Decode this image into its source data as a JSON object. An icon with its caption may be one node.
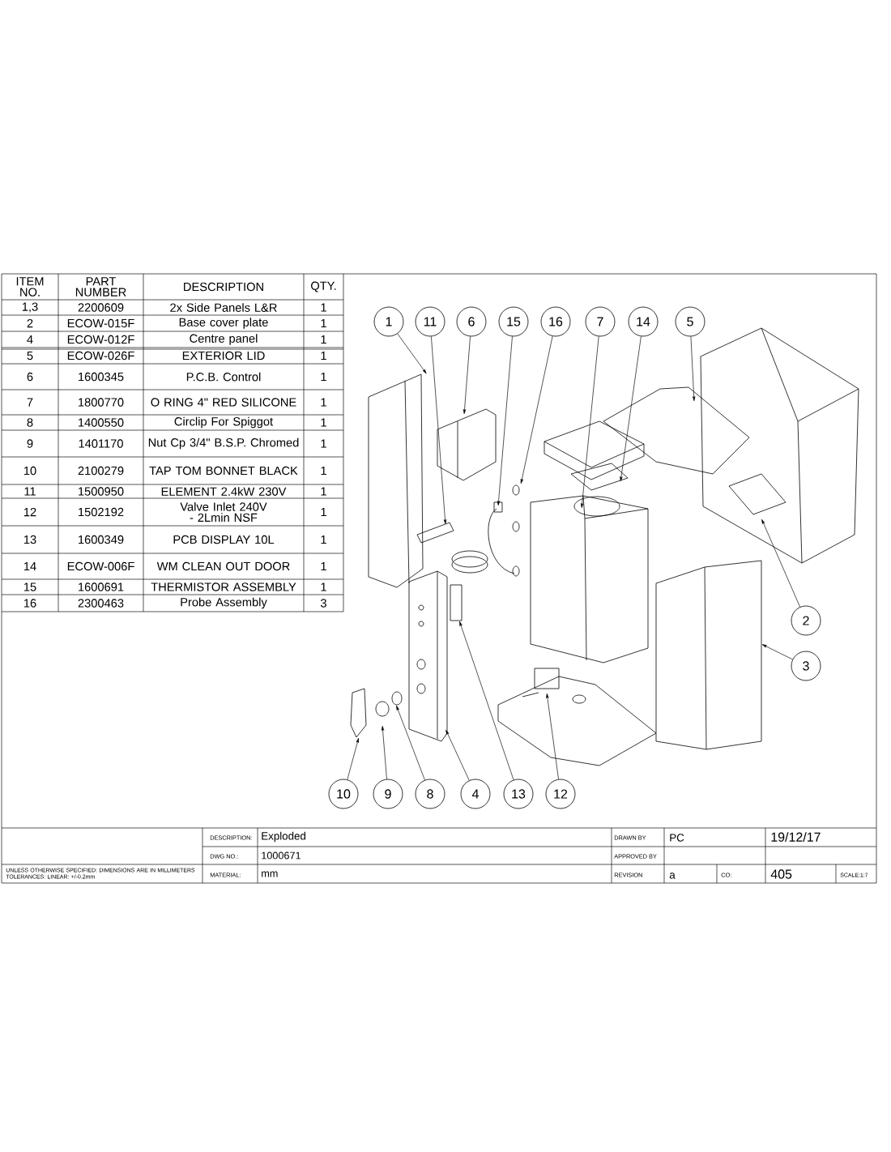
{
  "diagram": {
    "nodes": [
      {
        "text": [
          "1"
        ]
      },
      {
        "text": [
          "11"
        ]
      },
      {
        "text": [
          "6"
        ]
      },
      {
        "text": [
          "15"
        ]
      },
      {
        "text": [
          "16"
        ]
      },
      {
        "text": [
          "7"
        ]
      },
      {
        "text": [
          "14"
        ]
      },
      {
        "text": [
          "5"
        ]
      },
      {
        "text": [
          "2"
        ]
      },
      {
        "text": [
          "3"
        ]
      },
      {
        "text": [
          "10"
        ]
      },
      {
        "text": [
          "9"
        ]
      },
      {
        "text": [
          "8"
        ]
      },
      {
        "text": [
          "4"
        ]
      },
      {
        "text": [
          "13"
        ]
      },
      {
        "text": [
          "12"
        ]
      }
    ],
    "edges": [
      {
        "from": 0,
        "to": null,
        "arrow": "to"
      },
      {
        "from": 1,
        "to": null,
        "arrow": "to"
      },
      {
        "from": 2,
        "to": null,
        "arrow": "to"
      },
      {
        "from": 3,
        "to": null,
        "arrow": "to"
      },
      {
        "from": 4,
        "to": null,
        "arrow": "to"
      },
      {
        "from": 5,
        "to": null,
        "arrow": "to"
      },
      {
        "from": 6,
        "to": null,
        "arrow": "to"
      },
      {
        "from": 7,
        "to": null,
        "arrow": "to"
      },
      {
        "from": 8,
        "to": null,
        "arrow": "to"
      },
      {
        "from": 9,
        "to": null,
        "arrow": "to"
      },
      {
        "from": 10,
        "to": null,
        "arrow": "to"
      },
      {
        "from": 11,
        "to": null,
        "arrow": "to"
      },
      {
        "from": 12,
        "to": null,
        "arrow": "to"
      },
      {
        "from": 13,
        "to": null,
        "arrow": "to"
      },
      {
        "from": 14,
        "to": null,
        "arrow": "to"
      },
      {
        "from": 15,
        "to": null,
        "arrow": "to"
      }
    ],
    "labels": [
      "ITEM NO.",
      "PART NUMBER",
      "DESCRIPTION",
      "QTY.",
      "1,3",
      "2200609",
      "2x Side Panels L&R",
      "1",
      "2",
      "ECOW-015F",
      "Base cover plate",
      "1",
      "4",
      "ECOW-012F",
      "Centre panel",
      "1",
      "5",
      "ECOW-026F",
      "EXTERIOR LID",
      "1",
      "6",
      "1600345",
      "P.C.B. Control",
      "1",
      "7",
      "1800770",
      "O RING 4\" RED SILICONE",
      "1",
      "8",
      "1400550",
      "Circlip For Spiggot",
      "1",
      "9",
      "1401170",
      "Nut Cp 3/4\" B.S.P. Chromed",
      "1",
      "10",
      "2100279",
      "TAP TOM BONNET BLACK",
      "1",
      "11",
      "1500950",
      "ELEMENT 2.4kW 230V",
      "1",
      "12",
      "1502192",
      "Valve Inlet 240V - 2Lmin NSF",
      "1",
      "13",
      "1600349",
      "PCB DISPLAY 10L",
      "1",
      "14",
      "ECOW-006F",
      "WM CLEAN OUT DOOR",
      "1",
      "15",
      "1600691",
      "THERMISTOR ASSEMBLY",
      "1",
      "16",
      "2300463",
      "Probe Assembly",
      "3",
      "UNLESS OTHERWISE SPECIFIED: DIMENSIONS ARE IN MILLIMETERS TOLERANCES: LINEAR: +/-0.2mm",
      "DESCRIPTION:",
      "Exploded",
      "DRAWN BY",
      "PC",
      "19/12/17",
      "DWG NO.:",
      "1000671",
      "APPROVED BY",
      "MATERIAL:",
      "mm",
      "REVISION",
      "a",
      "CO:",
      "405",
      "SCALE:1:7"
    ]
  }
}
